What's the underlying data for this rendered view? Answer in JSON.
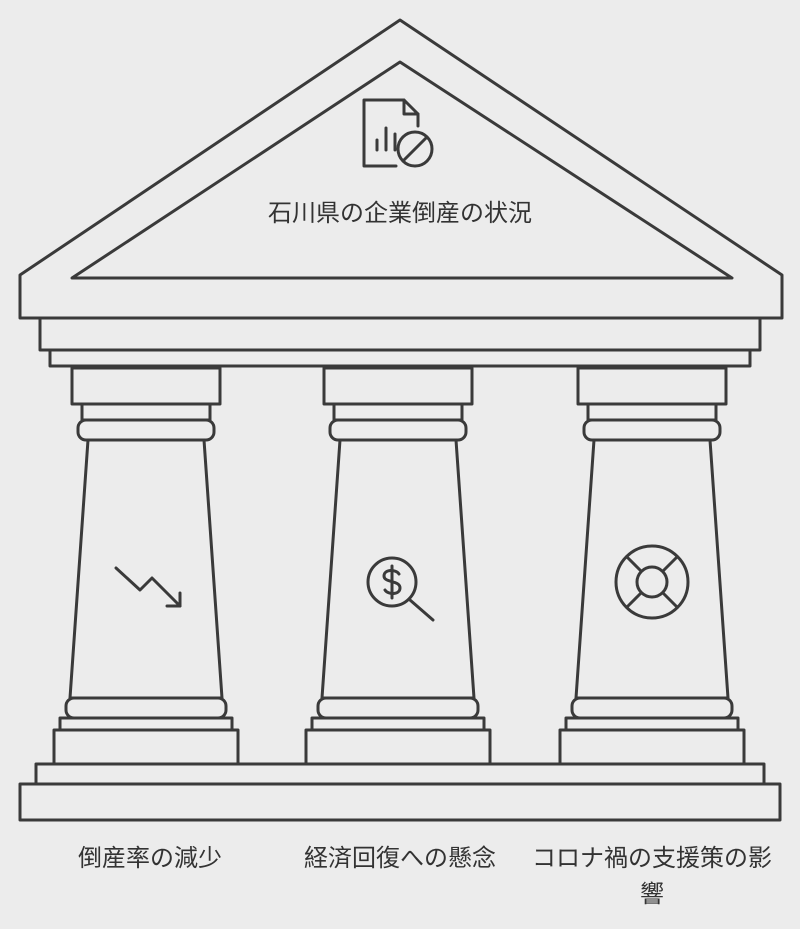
{
  "title": "石川県の企業倒産の状況",
  "pillars": [
    {
      "label": "倒産率の減少",
      "icon": "trend-down-icon"
    },
    {
      "label": "経済回復への懸念",
      "icon": "dollar-search-icon"
    },
    {
      "label": "コロナ禍の支援策の影響",
      "icon": "lifebuoy-icon"
    }
  ],
  "roof_icon": "document-chart-blocked-icon",
  "colors": {
    "background": "#ececec",
    "stroke": "#3a3a3a",
    "fill": "#ececec"
  }
}
